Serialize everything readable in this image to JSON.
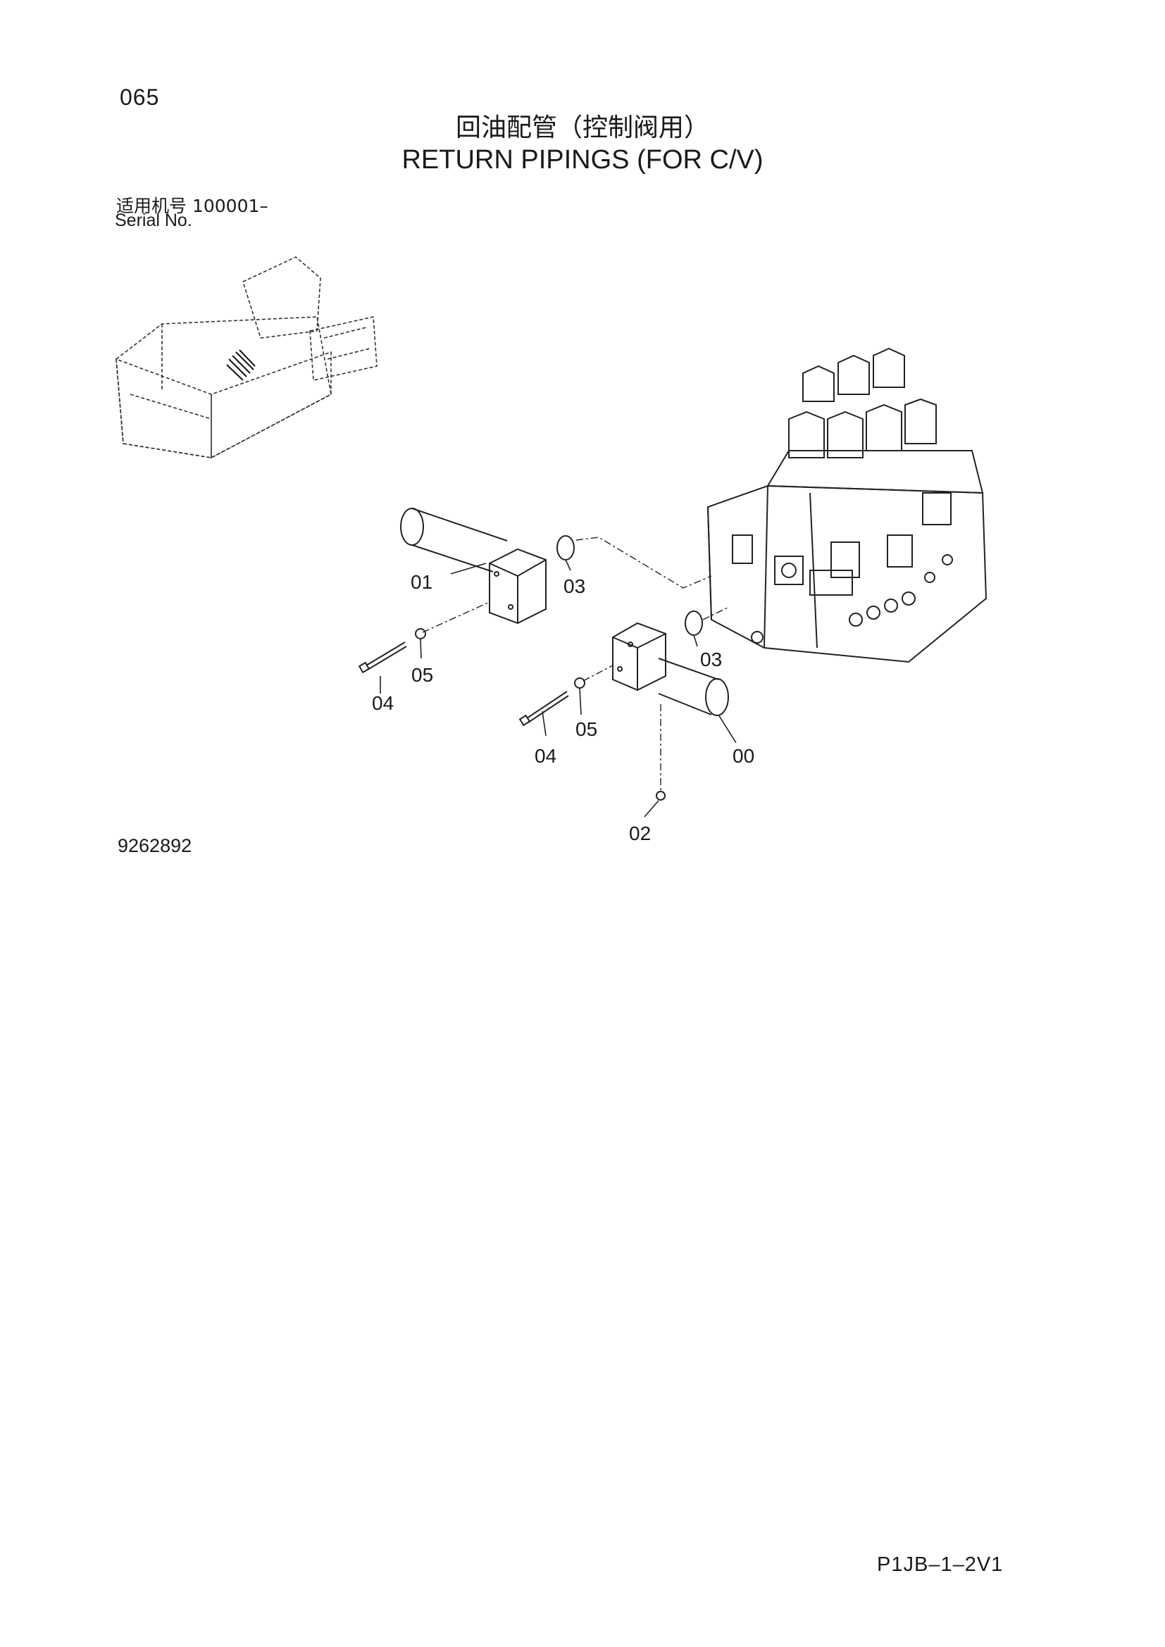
{
  "header": {
    "page_number": "065",
    "title_cn": "回油配管（控制阀用）",
    "title_en": "RETURN PIPINGS (FOR C/V)",
    "serial_label_cn": "适用机号  100001–",
    "serial_label_en": "Serial No."
  },
  "diagram": {
    "part_labels": [
      "01",
      "03",
      "03",
      "04",
      "05",
      "05",
      "04",
      "00",
      "02"
    ]
  },
  "footer": {
    "drawing_number": "9262892",
    "document_code": "P1JB–1–2V1"
  }
}
